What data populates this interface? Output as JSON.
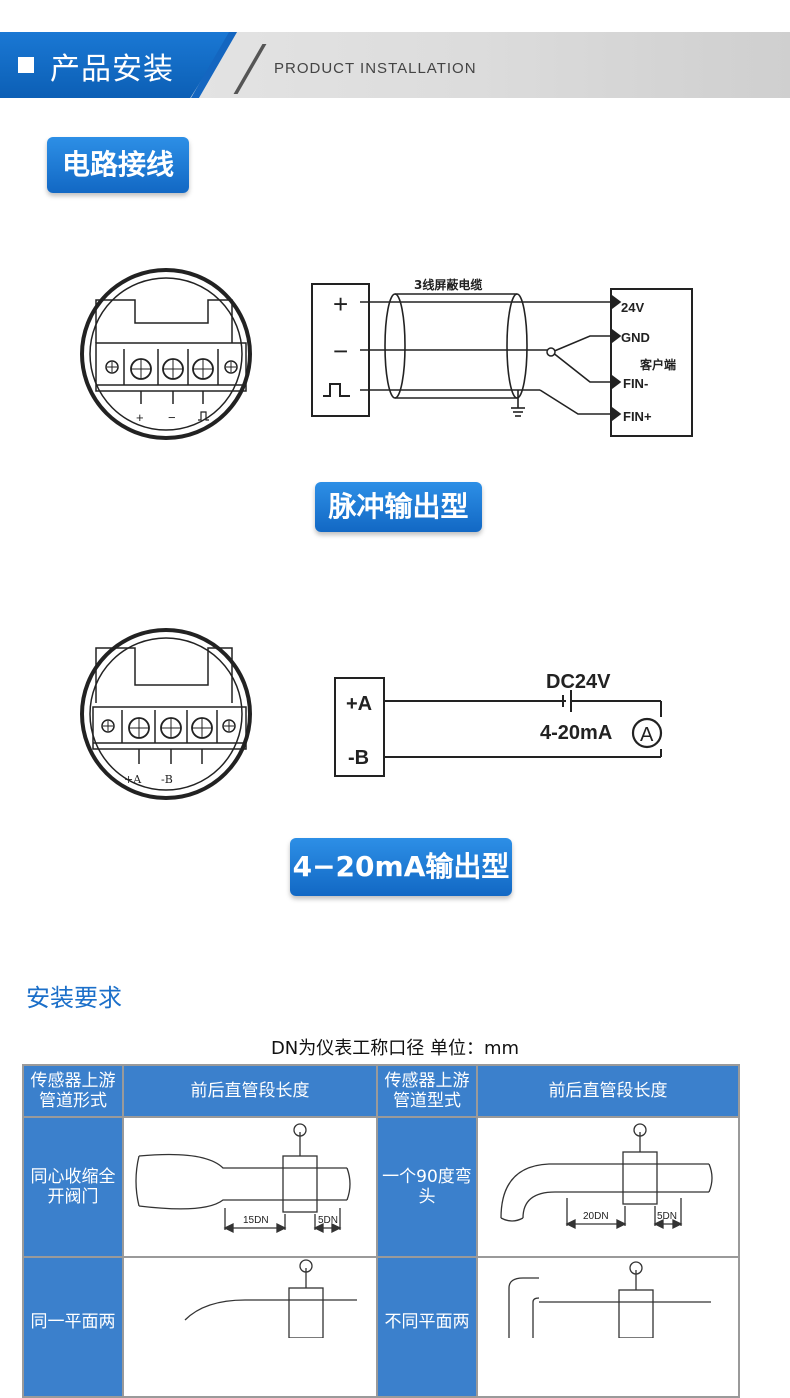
{
  "header": {
    "title": "产品安装",
    "subtitle": "PRODUCT INSTALLATION"
  },
  "wiring": {
    "heading": "电路接线",
    "pulse": {
      "label": "脉冲输出型",
      "cable_label": "3线屏蔽电缆",
      "terminal_signs": [
        "+",
        "−"
      ],
      "client_pins": [
        "24V",
        "GND",
        "FIN-",
        "FIN+"
      ],
      "client_label": "客户端"
    },
    "analog": {
      "label": "4−20mA输出型",
      "terminals": [
        "+A",
        "-B"
      ],
      "supply": "DC24V",
      "meter_label": "4-20mA",
      "meter_symbol": "A"
    }
  },
  "install": {
    "title": "安装要求",
    "caption": "DN为仪表工称口径 单位：mm",
    "headers": [
      "传感器上游管道形式",
      "前后直管段长度",
      "传感器上游管道型式",
      "前后直管段长度"
    ],
    "rows": [
      {
        "left_type": "同心收缩全开阀门",
        "left_dims": [
          "15DN",
          "5DN"
        ],
        "right_type": "一个90度弯头",
        "right_dims": [
          "20DN",
          "5DN"
        ]
      },
      {
        "left_type": "同一平面两",
        "right_type": "不同平面两"
      }
    ]
  }
}
